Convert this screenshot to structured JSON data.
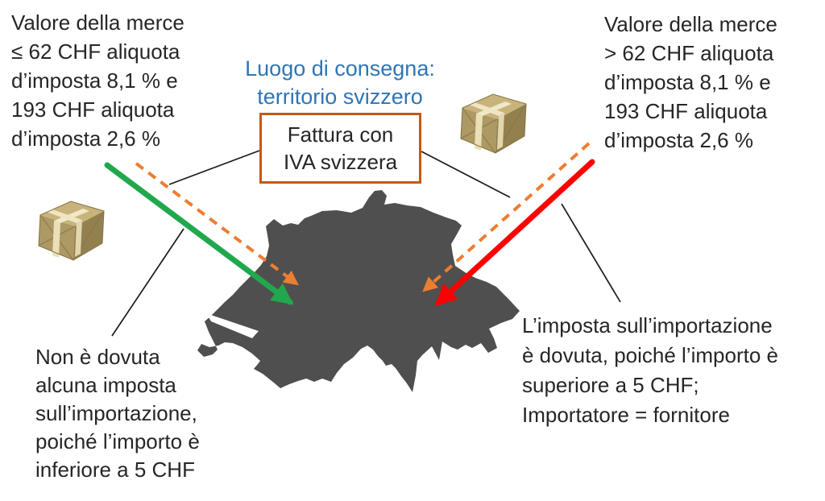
{
  "title": {
    "lines": [
      "Luogo di consegna:",
      "territorio svizzero"
    ],
    "color": "#2E75B6"
  },
  "invoice_box": {
    "lines": [
      "Fattura con",
      "IVA svizzera"
    ],
    "border_color": "#C55A11"
  },
  "labels": {
    "top_left": {
      "lines": [
        "Valore della merce",
        "≤ 62 CHF aliquota",
        "d’imposta 8,1 % e",
        "193 CHF aliquota",
        "d’imposta 2,6 %"
      ]
    },
    "top_right": {
      "lines": [
        "Valore della merce",
        "> 62 CHF aliquota",
        "d’imposta 8,1 % e",
        "193 CHF aliquota",
        "d’imposta 2,6 %"
      ]
    },
    "bottom_left": {
      "lines": [
        "Non è dovuta",
        "alcuna imposta",
        "sull’importazione,",
        "poiché l’importo è",
        "inferiore a 5 CHF"
      ]
    },
    "bottom_right": {
      "lines": [
        "L’imposta sull’importazione",
        "è dovuta, poiché l’importo è",
        "superiore a 5 CHF;",
        "Importatore = fornitore"
      ]
    }
  },
  "icons": {
    "left_package": "package-icon",
    "right_package": "package-icon",
    "map": "switzerland-map-silhouette"
  },
  "colors": {
    "green_arrow": "#22A84C",
    "red_arrow": "#FE0000",
    "orange_dashed": "#ED7D31",
    "map_fill": "#4F4F4F",
    "connector_line": "#1a1a1a",
    "text": "#262626",
    "title_blue": "#2E75B6",
    "box_border_orange": "#C55A11",
    "background": "#FFFFFF"
  }
}
